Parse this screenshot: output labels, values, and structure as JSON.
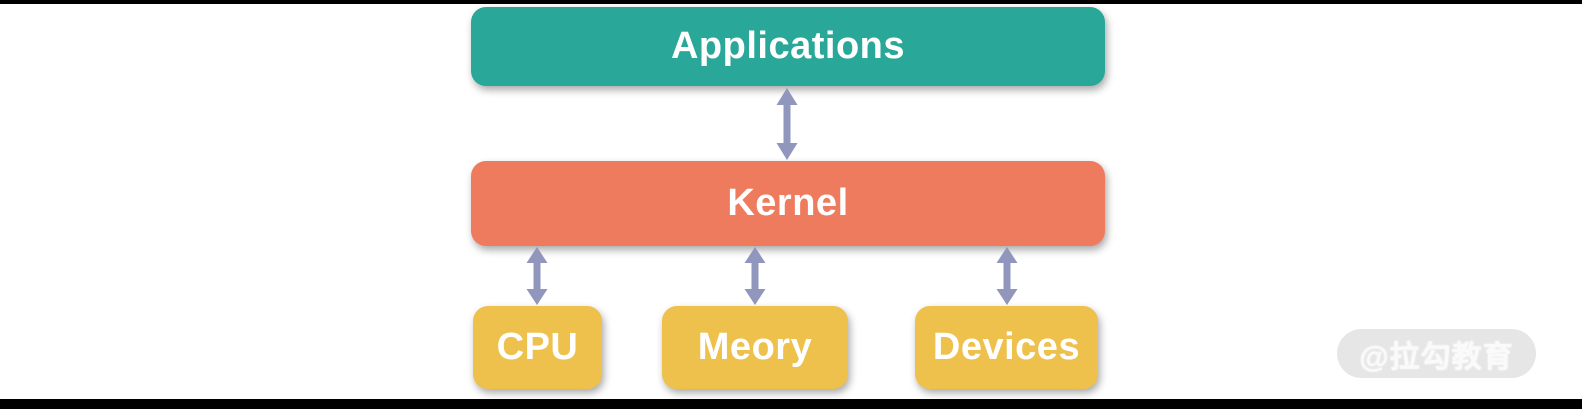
{
  "diagram": {
    "type": "layered-architecture",
    "nodes": {
      "applications": {
        "label": "Applications",
        "color": "#29a899"
      },
      "kernel": {
        "label": "Kernel",
        "color": "#ee7b5d"
      },
      "cpu": {
        "label": "CPU",
        "color": "#eec14d"
      },
      "memory": {
        "label": "Meory",
        "color": "#eec14d"
      },
      "devices": {
        "label": "Devices",
        "color": "#eec14d"
      }
    },
    "edges": [
      {
        "from": "Applications",
        "to": "Kernel",
        "direction": "bidirectional"
      },
      {
        "from": "Kernel",
        "to": "CPU",
        "direction": "bidirectional"
      },
      {
        "from": "Kernel",
        "to": "Meory",
        "direction": "bidirectional"
      },
      {
        "from": "Kernel",
        "to": "Devices",
        "direction": "bidirectional"
      }
    ],
    "colors": {
      "arrow": "#9196bc",
      "node_text": "#ffffff",
      "background": "#ffffff",
      "letterbox": "#000000",
      "watermark_pill": "#e6e6e6",
      "watermark_text": "#fafafa"
    },
    "watermark": {
      "label": "@拉勾教育"
    }
  }
}
